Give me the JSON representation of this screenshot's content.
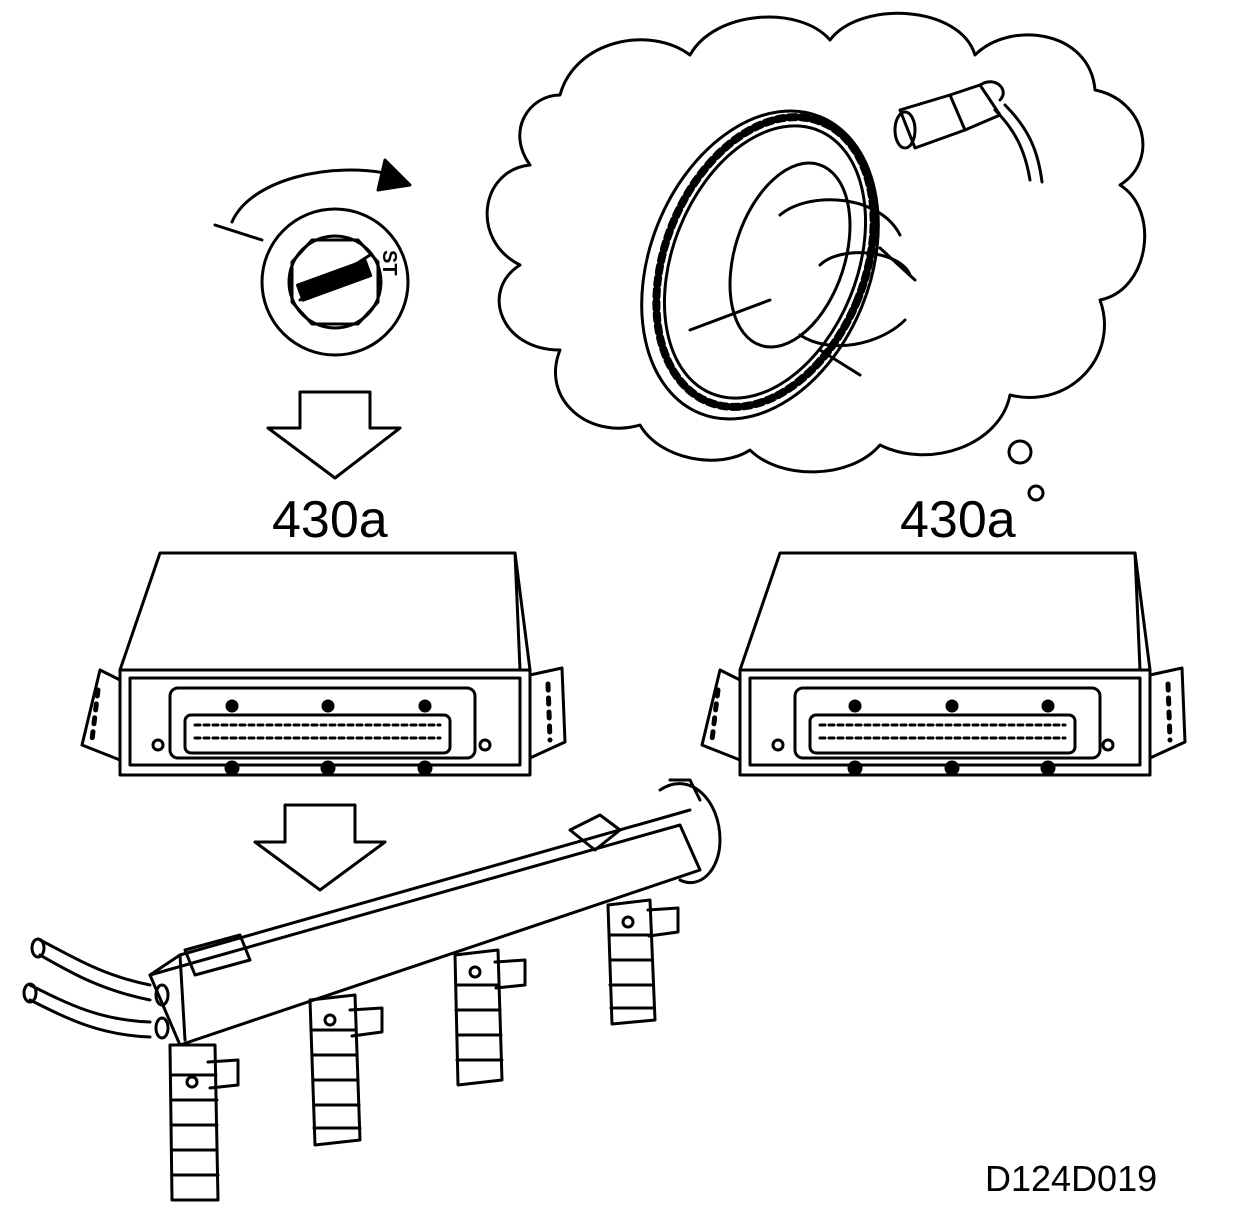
{
  "labels": {
    "ecu_left": "430a",
    "ecu_right": "430a",
    "ignition_position": "ST",
    "figure_id": "D124D019"
  },
  "colors": {
    "ink": "#000000",
    "paper": "#ffffff"
  },
  "icons": [
    "ignition-switch-icon",
    "flow-arrow-icon",
    "crank-sensor-icon",
    "thought-cloud-icon",
    "fuel-rail-icon"
  ]
}
